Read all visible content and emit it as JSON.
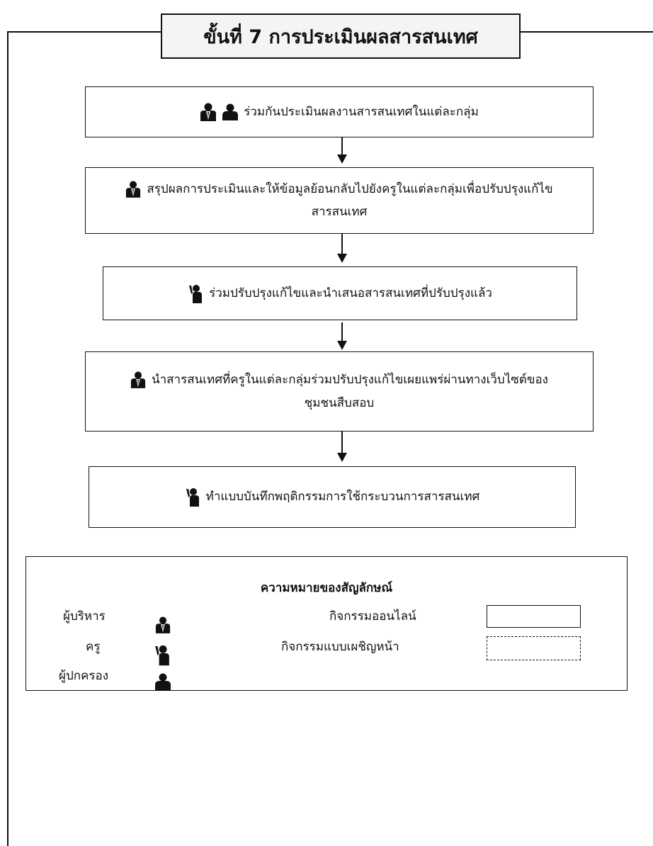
{
  "title": "ขั้นที่ 7 การประเมินผลสารสนเทศ",
  "steps": [
    {
      "text": "ร่วมกันประเมินผลงานสารสนเทศในแต่ละกลุ่ม",
      "actors": [
        "executive",
        "parent"
      ]
    },
    {
      "text": "สรุปผลการประเมินและให้ข้อมูลย้อนกลับไปยังครูในแต่ละกลุ่มเพื่อปรับปรุงแก้ไขสารสนเทศ",
      "actors": [
        "executive"
      ]
    },
    {
      "text": "ร่วมปรับปรุงแก้ไขและนำเสนอสารสนเทศที่ปรับปรุงแล้ว",
      "actors": [
        "teacher"
      ]
    },
    {
      "text": "นำสารสนเทศที่ครูในแต่ละกลุ่มร่วมปรับปรุงแก้ไขเผยแพร่ผ่านทางเว็บไซต์ของชุมชนสืบสอบ",
      "actors": [
        "executive"
      ]
    },
    {
      "text": "ทำแบบบันทึกพฤติกรรมการใช้กระบวนการสารสนเทศ",
      "actors": [
        "teacher"
      ]
    }
  ],
  "legend": {
    "title": "ความหมายของสัญลักษณ์",
    "roles": [
      {
        "label": "ผู้บริหาร",
        "icon": "executive-icon"
      },
      {
        "label": "ครู",
        "icon": "teacher-icon"
      },
      {
        "label": "ผู้ปกครอง",
        "icon": "parent-icon"
      }
    ],
    "activities": [
      {
        "label": "กิจกรรมออนไลน์",
        "style": "solid"
      },
      {
        "label": "กิจกรรมแบบเผชิญหน้า",
        "style": "dashed"
      }
    ]
  },
  "colors": {
    "line": "#111111",
    "title_bg": "#f4f4f4"
  }
}
